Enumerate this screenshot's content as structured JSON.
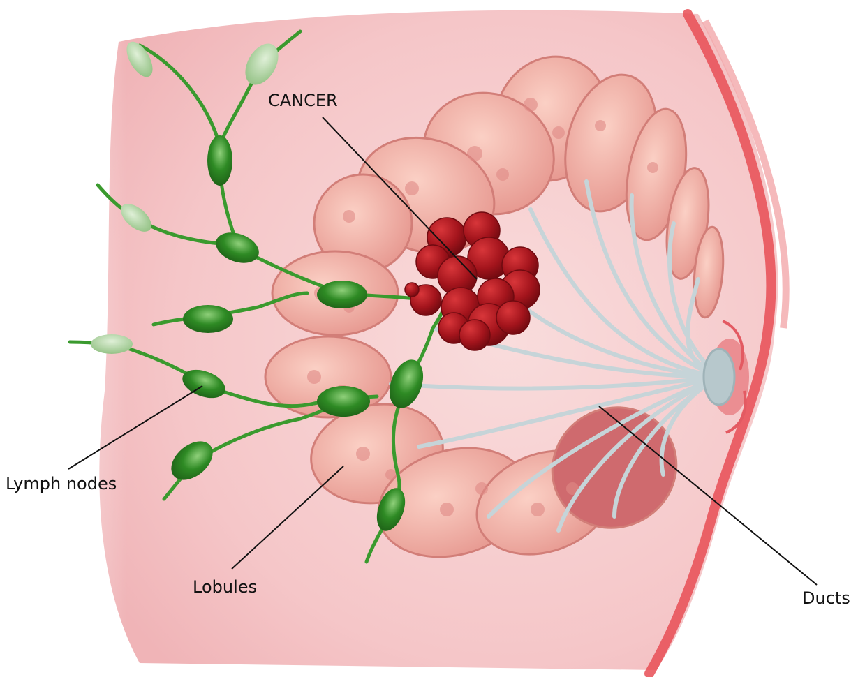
{
  "labels": {
    "cancer": "CANCER",
    "lymph_nodes": "Lymph nodes",
    "lobules": "Lobules",
    "ducts": "Ducts"
  },
  "colors": {
    "skin": "#f6cfd0",
    "skin_edge": "#e84e55",
    "lobule": "#f3a9a0",
    "lobule_dark": "#d27e78",
    "tumor": "#a3141c",
    "tumor_light": "#c92a30",
    "duct": "#c6d4d8",
    "lymph_node": "#2e8a24",
    "lymph_node_pale": "#9cc68f",
    "lymph_vessel": "#3a9a2e",
    "leader_line": "#111111"
  },
  "icons": {
    "tumor": "tumor-cluster-icon",
    "lymph_node": "lymph-node-icon"
  }
}
